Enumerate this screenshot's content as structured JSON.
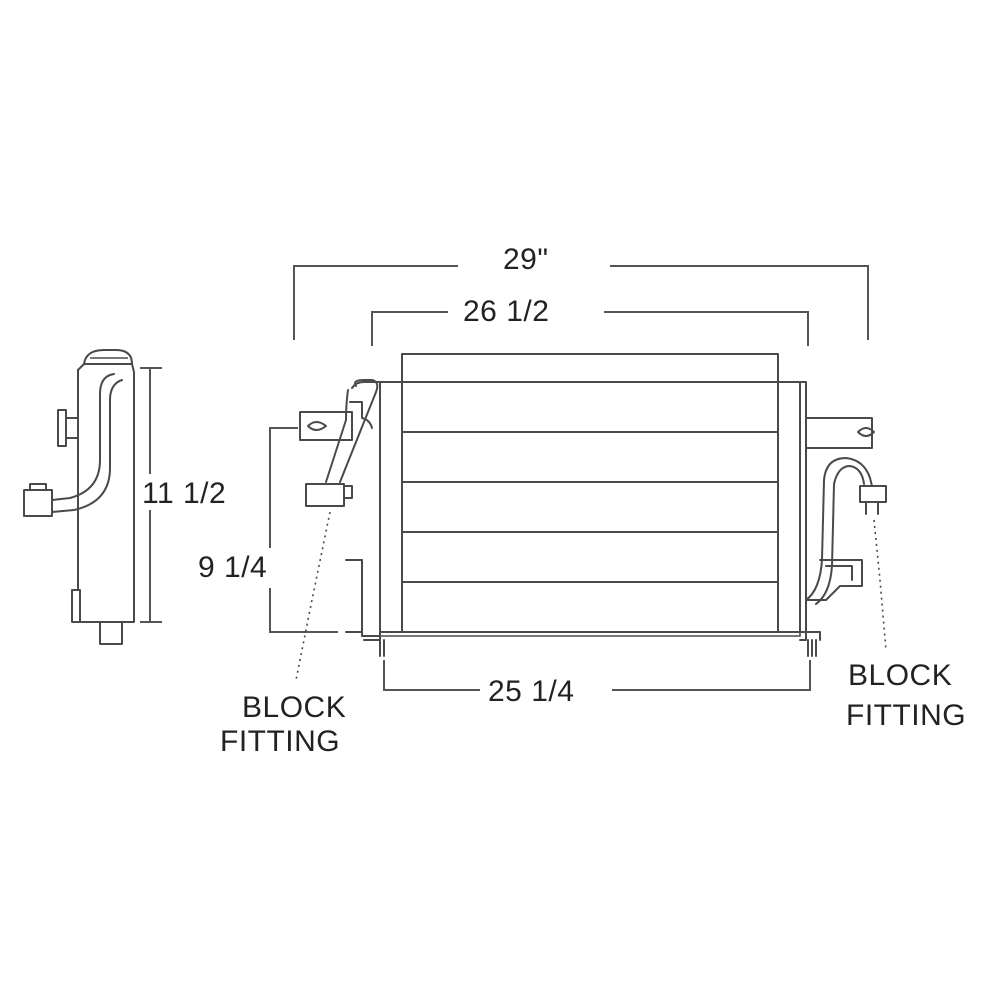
{
  "dimensions": {
    "overall_width": "29\"",
    "core_width": "26 1/2",
    "base_width": "25 1/4",
    "side_height": "11 1/2",
    "core_height": "9 1/4"
  },
  "callouts": {
    "left": {
      "line1": "BLOCK",
      "line2": "FITTING"
    },
    "right": {
      "line1": "BLOCK",
      "line2": "FITTING"
    }
  }
}
